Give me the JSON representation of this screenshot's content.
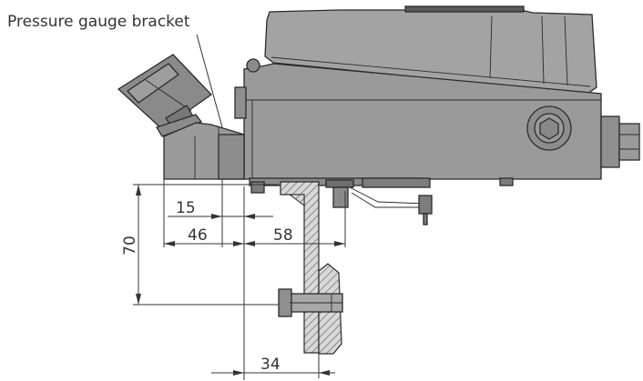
{
  "callout": {
    "label": "Pressure gauge bracket"
  },
  "dimensions": {
    "d15": "15",
    "d46": "46",
    "d58": "58",
    "d70": "70",
    "d34": "34"
  },
  "colors": {
    "body": "#9a9a9a",
    "body_dark": "#7c7c7c",
    "top_cover": "#a3a3a3",
    "hatch": "#555555",
    "line": "#2b2b2b"
  }
}
